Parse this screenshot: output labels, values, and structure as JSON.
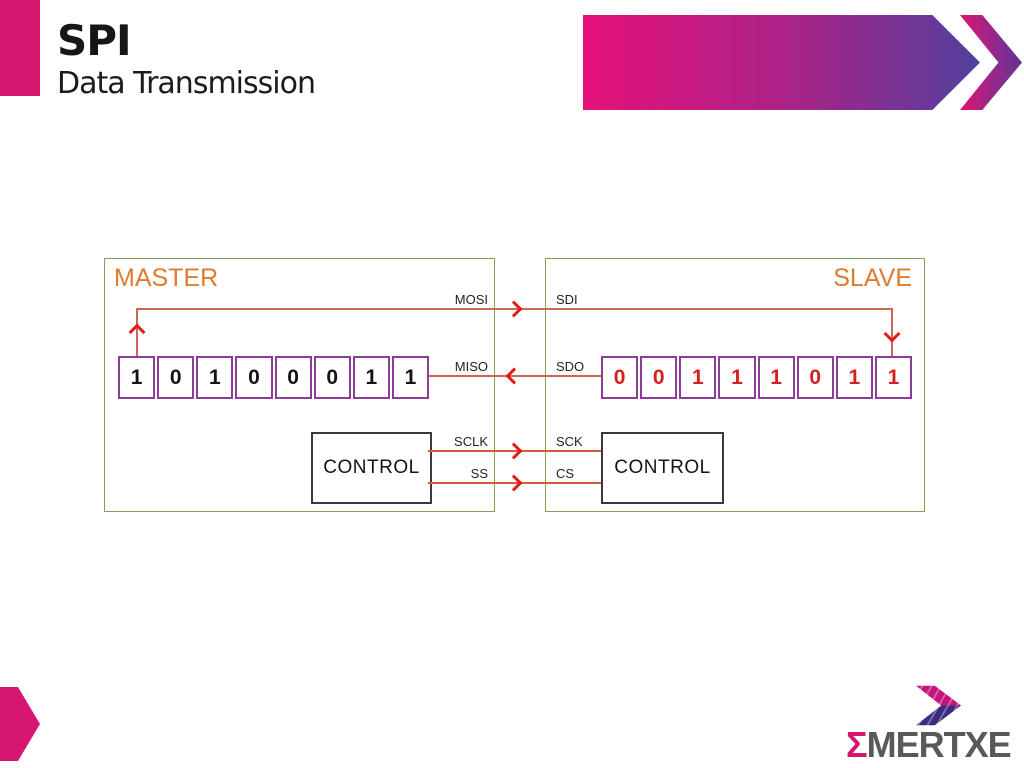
{
  "slide": {
    "title": "SPI",
    "subtitle": "Data Transmission"
  },
  "diagram": {
    "master": {
      "label": "MASTER",
      "register_bits": [
        "1",
        "0",
        "1",
        "0",
        "0",
        "0",
        "1",
        "1"
      ],
      "control_label": "CONTROL"
    },
    "slave": {
      "label": "SLAVE",
      "register_bits": [
        "0",
        "0",
        "1",
        "1",
        "1",
        "0",
        "1",
        "1"
      ],
      "control_label": "CONTROL"
    },
    "signals": [
      {
        "master_label": "MOSI",
        "slave_label": "SDI",
        "direction": "master-to-slave"
      },
      {
        "master_label": "MISO",
        "slave_label": "SDO",
        "direction": "slave-to-master"
      },
      {
        "master_label": "SCLK",
        "slave_label": "SCK",
        "direction": "master-to-slave"
      },
      {
        "master_label": "SS",
        "slave_label": "CS",
        "direction": "master-to-slave"
      }
    ]
  },
  "logo": {
    "sigma": "Σ",
    "name": "MERTXE"
  },
  "colors": {
    "accent_pink": "#d6176f",
    "accent_purple": "#50409e",
    "box_green": "#7fa35d",
    "register_purple": "#8c3d96",
    "label_orange": "#e07a2e",
    "wire_brown": "#c96a50",
    "wire_red": "#dc5838",
    "arrow_red": "#e31b1b",
    "bit_red": "#d42020",
    "logo_gray": "#58595b"
  }
}
